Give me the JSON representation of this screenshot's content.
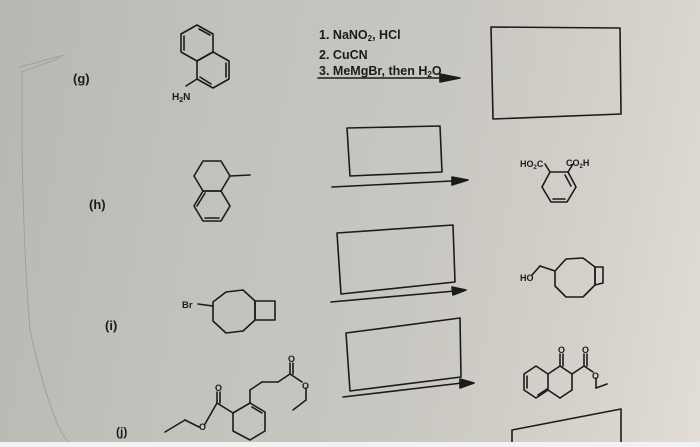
{
  "problems": [
    {
      "id": "g",
      "label": "(g)",
      "starting_material": "1-naphthylamine",
      "starting_material_label": "H₂N",
      "reagents": [
        {
          "step": "1.",
          "text_pre": "NaNO",
          "sub": "2",
          "text_post": ", HCl"
        },
        {
          "step": "2.",
          "text_pre": "CuCN",
          "sub": "",
          "text_post": ""
        },
        {
          "step": "3.",
          "text_pre": "MeMgBr, then H",
          "sub": "2",
          "text_post": "O"
        }
      ],
      "product": "answer-box"
    },
    {
      "id": "h",
      "label": "(h)",
      "starting_material": "1-methyl-tetralin",
      "reagents_box": "answer-box",
      "product": "phthalic acid",
      "product_labels": {
        "left": "HO₂C",
        "right": "CO₂H"
      }
    },
    {
      "id": "i",
      "label": "(i)",
      "starting_material": "bromo-bicyclo[6.2.0]decane",
      "starting_material_label": "Br",
      "reagents_box": "answer-box",
      "product": "bicyclo[6.2.0]decyl-methanol",
      "product_label": "HO"
    },
    {
      "id": "j",
      "label": "(j)",
      "starting_material": "diethyl ester",
      "starting_material_labels": [
        "O",
        "O",
        "O",
        "O"
      ],
      "reagents_box": "answer-box",
      "product": "ethyl 1-oxo-tetralin-2-carboxylate",
      "product_labels": [
        "O",
        "O",
        "O"
      ]
    }
  ],
  "colors": {
    "ink": "#1b1b1b",
    "paper": "#c6c4be"
  }
}
